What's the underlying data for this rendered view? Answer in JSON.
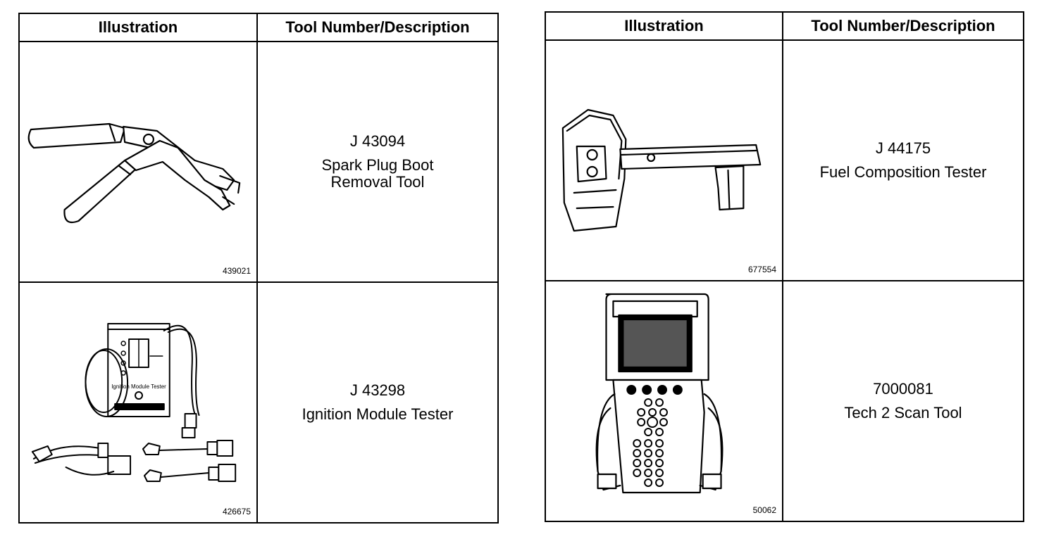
{
  "left_table": {
    "headers": {
      "illustration": "Illustration",
      "tool": "Tool Number/Description"
    },
    "rows": [
      {
        "figure": "439021",
        "tool_number": "J 43094",
        "description": "Spark Plug Boot Removal Tool"
      },
      {
        "figure": "426675",
        "tool_number": "J 43298",
        "description": "Ignition Module Tester"
      }
    ]
  },
  "right_table": {
    "headers": {
      "illustration": "Illustration",
      "tool": "Tool Number/Description"
    },
    "rows": [
      {
        "figure": "677554",
        "tool_number": "J 44175",
        "description": "Fuel Composition Tester"
      },
      {
        "figure": "50062",
        "tool_number": "7000081",
        "description": "Tech 2 Scan Tool"
      }
    ]
  },
  "device_labels": {
    "module_tester": "Ignition Module Tester"
  }
}
